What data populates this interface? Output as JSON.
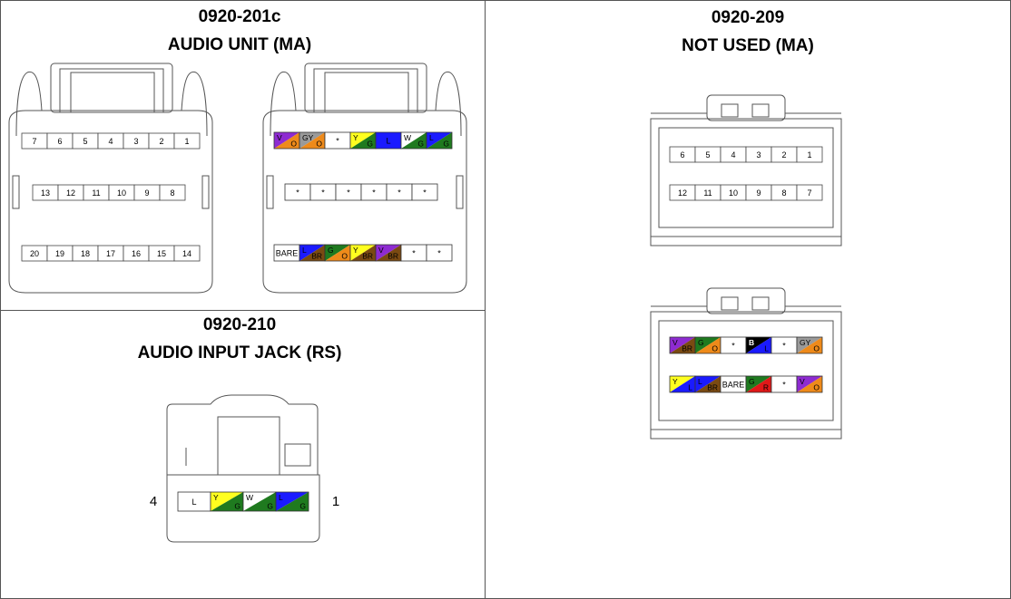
{
  "connectors": {
    "audio_unit": {
      "id": "0920-201c",
      "name": "AUDIO UNIT (MA)",
      "face_rows": [
        [
          "7",
          "6",
          "5",
          "4",
          "3",
          "2",
          "1"
        ],
        [
          "13",
          "12",
          "11",
          "10",
          "9",
          "8"
        ],
        [
          "20",
          "19",
          "18",
          "17",
          "16",
          "15",
          "14"
        ]
      ],
      "wire_rows": [
        [
          {
            "t": "V",
            "b": "O",
            "c1": "#8e2bd1",
            "c2": "#ee8a1a"
          },
          {
            "t": "GY",
            "b": "O",
            "c1": "#9a9a9a",
            "c2": "#ee8a1a"
          },
          {
            "t": "*",
            "c1": "#ffffff"
          },
          {
            "t": "Y",
            "b": "G",
            "c1": "#ffff1f",
            "c2": "#1f7a1f"
          },
          {
            "t": "L",
            "c1": "#1a1aff"
          },
          {
            "t": "W",
            "b": "G",
            "c1": "#ffffff",
            "c2": "#1f7a1f"
          },
          {
            "t": "L",
            "b": "G",
            "c1": "#1a1aff",
            "c2": "#1f7a1f"
          }
        ],
        [
          {
            "t": "*",
            "c1": "#ffffff"
          },
          {
            "t": "*",
            "c1": "#ffffff"
          },
          {
            "t": "*",
            "c1": "#ffffff"
          },
          {
            "t": "*",
            "c1": "#ffffff"
          },
          {
            "t": "*",
            "c1": "#ffffff"
          },
          {
            "t": "*",
            "c1": "#ffffff"
          }
        ],
        [
          {
            "t": "BARE",
            "c1": "#ffffff"
          },
          {
            "t": "L",
            "b": "BR",
            "c1": "#1a1aff",
            "c2": "#7a4a12"
          },
          {
            "t": "G",
            "b": "O",
            "c1": "#1f7a1f",
            "c2": "#ee8a1a"
          },
          {
            "t": "Y",
            "b": "BR",
            "c1": "#ffff1f",
            "c2": "#7a4a12"
          },
          {
            "t": "V",
            "b": "BR",
            "c1": "#8e2bd1",
            "c2": "#7a4a12"
          },
          {
            "t": "*",
            "c1": "#ffffff"
          },
          {
            "t": "*",
            "c1": "#ffffff"
          }
        ]
      ]
    },
    "audio_input_jack": {
      "id": "0920-210",
      "name": "AUDIO INPUT JACK (RS)",
      "left_pin": "4",
      "right_pin": "1",
      "wire_row": [
        {
          "t": "L",
          "c1": "#ffffff"
        },
        {
          "t": "Y",
          "b": "G",
          "c1": "#ffff1f",
          "c2": "#1f7a1f"
        },
        {
          "t": "W",
          "b": "G",
          "c1": "#ffffff",
          "c2": "#1f7a1f"
        },
        {
          "t": "L",
          "b": "G",
          "c1": "#1a1aff",
          "c2": "#1f7a1f"
        }
      ]
    },
    "not_used": {
      "id": "0920-209",
      "name": "NOT USED (MA)",
      "face_rows": [
        [
          "6",
          "5",
          "4",
          "3",
          "2",
          "1"
        ],
        [
          "12",
          "11",
          "10",
          "9",
          "8",
          "7"
        ]
      ],
      "wire_rows": [
        [
          {
            "t": "V",
            "b": "BR",
            "c1": "#8e2bd1",
            "c2": "#7a4a12"
          },
          {
            "t": "G",
            "b": "O",
            "c1": "#1f7a1f",
            "c2": "#ee8a1a"
          },
          {
            "t": "*",
            "c1": "#ffffff"
          },
          {
            "t": "B",
            "b": "L",
            "c1": "#000000",
            "c2": "#1a1aff"
          },
          {
            "t": "*",
            "c1": "#ffffff"
          },
          {
            "t": "GY",
            "b": "O",
            "c1": "#9a9a9a",
            "c2": "#ee8a1a"
          }
        ],
        [
          {
            "t": "Y",
            "b": "L",
            "c1": "#ffff1f",
            "c2": "#1a1aff"
          },
          {
            "t": "L",
            "b": "BR",
            "c1": "#1a1aff",
            "c2": "#7a4a12"
          },
          {
            "t": "BARE",
            "c1": "#ffffff"
          },
          {
            "t": "G",
            "b": "R",
            "c1": "#1f7a1f",
            "c2": "#e01818"
          },
          {
            "t": "*",
            "c1": "#ffffff"
          },
          {
            "t": "V",
            "b": "O",
            "c1": "#8e2bd1",
            "c2": "#ee8a1a"
          }
        ]
      ]
    }
  }
}
